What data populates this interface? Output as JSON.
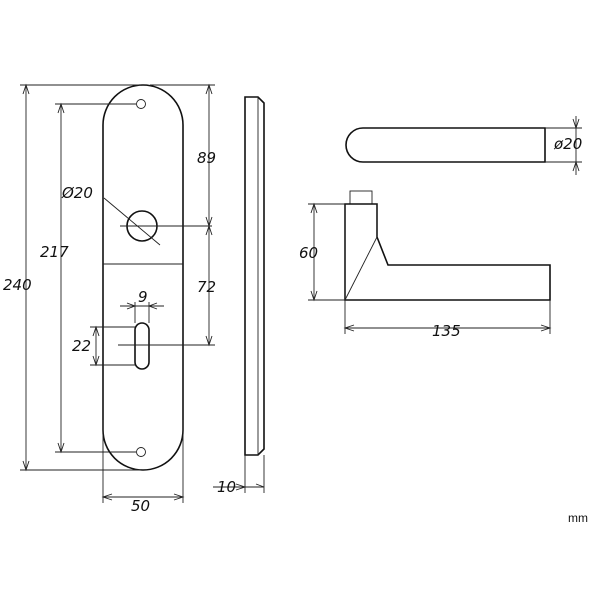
{
  "dimensions": {
    "plate_height": "240",
    "screw_spacing": "217",
    "top_to_handle": "89",
    "handle_to_key": "72",
    "handle_hole": "Ø20",
    "key_width": "9",
    "key_height": "22",
    "plate_width": "50",
    "plate_thickness": "10",
    "lever_diameter": "ø20",
    "lever_height": "60",
    "lever_length": "135"
  },
  "unit": "mm",
  "colors": {
    "line": "#111111",
    "background": "#ffffff"
  }
}
